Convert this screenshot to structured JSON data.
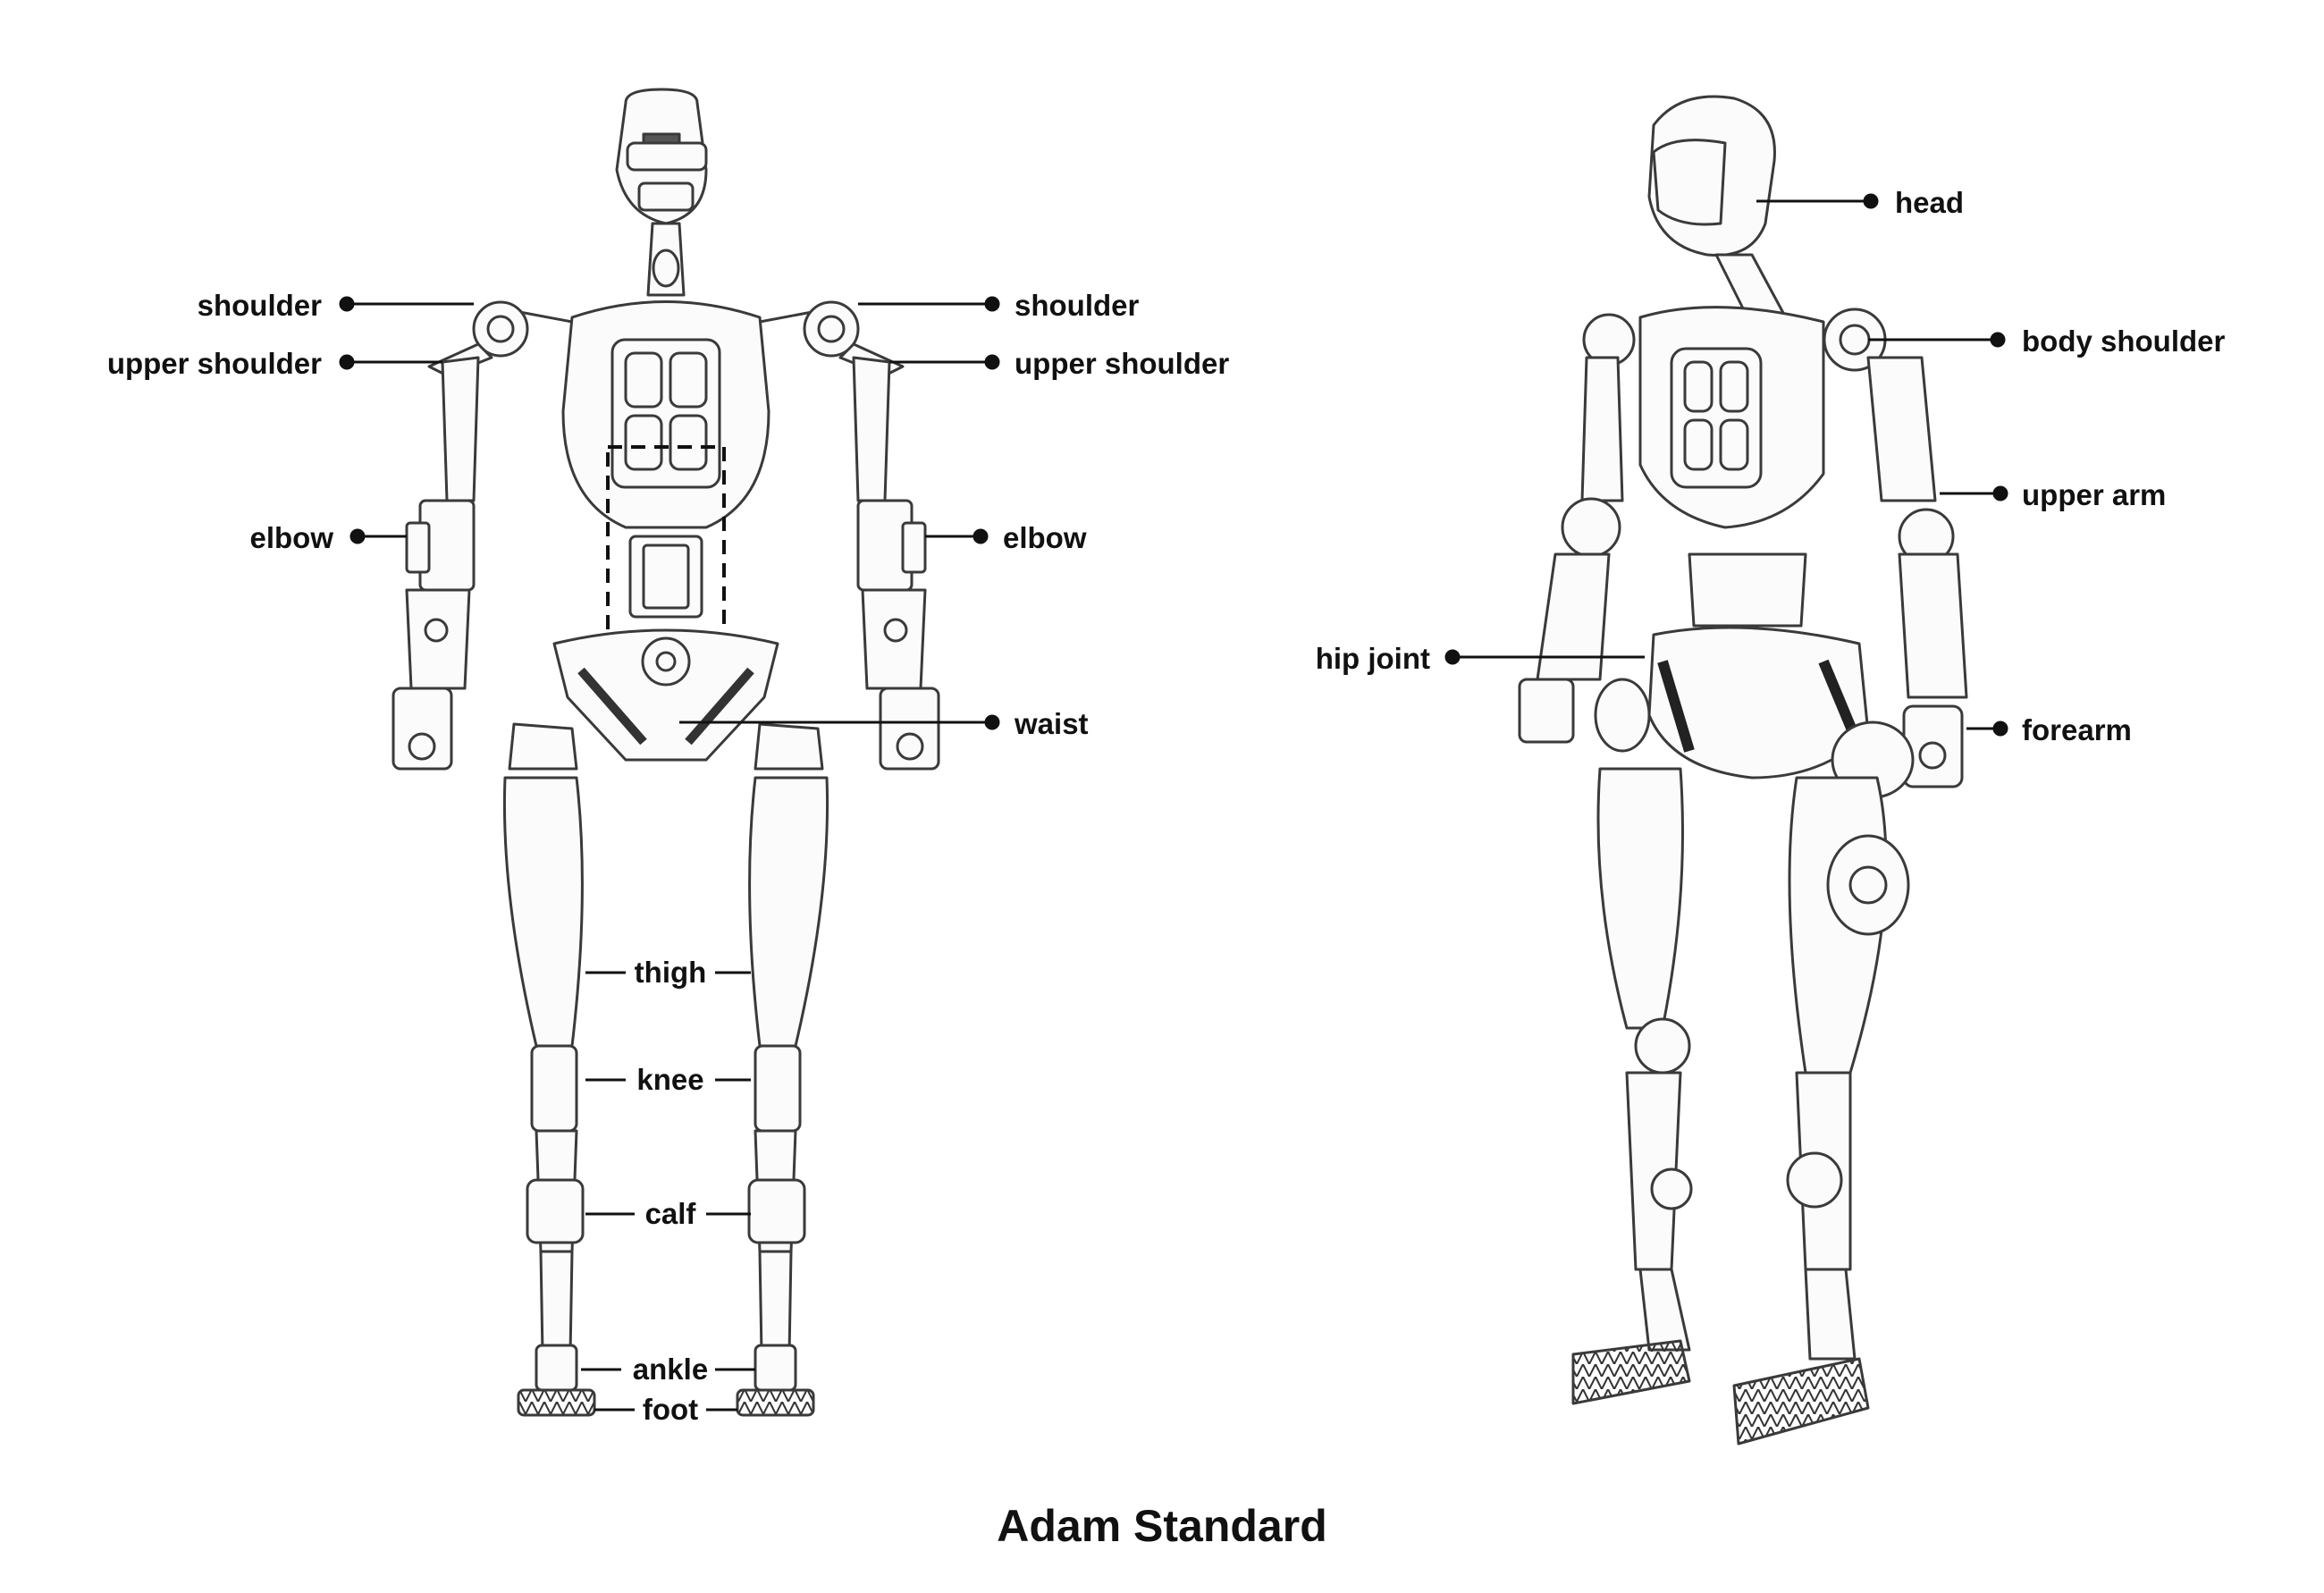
{
  "title": "Adam Standard",
  "colors": {
    "ink": "#111111",
    "outline": "#3a3a3a",
    "background": "#ffffff"
  },
  "front_view": {
    "labels": {
      "shoulder_left": "shoulder",
      "shoulder_right": "shoulder",
      "upper_shoulder_left": "upper shoulder",
      "upper_shoulder_right": "upper shoulder",
      "elbow_left": "elbow",
      "elbow_right": "elbow",
      "waist": "waist",
      "thigh": "thigh",
      "knee": "knee",
      "calf": "calf",
      "ankle": "ankle",
      "foot": "foot"
    }
  },
  "side_view": {
    "labels": {
      "head": "head",
      "body_shoulder": "body shoulder",
      "upper_arm": "upper arm",
      "hip_joint": "hip joint",
      "forearm": "forearm"
    }
  }
}
